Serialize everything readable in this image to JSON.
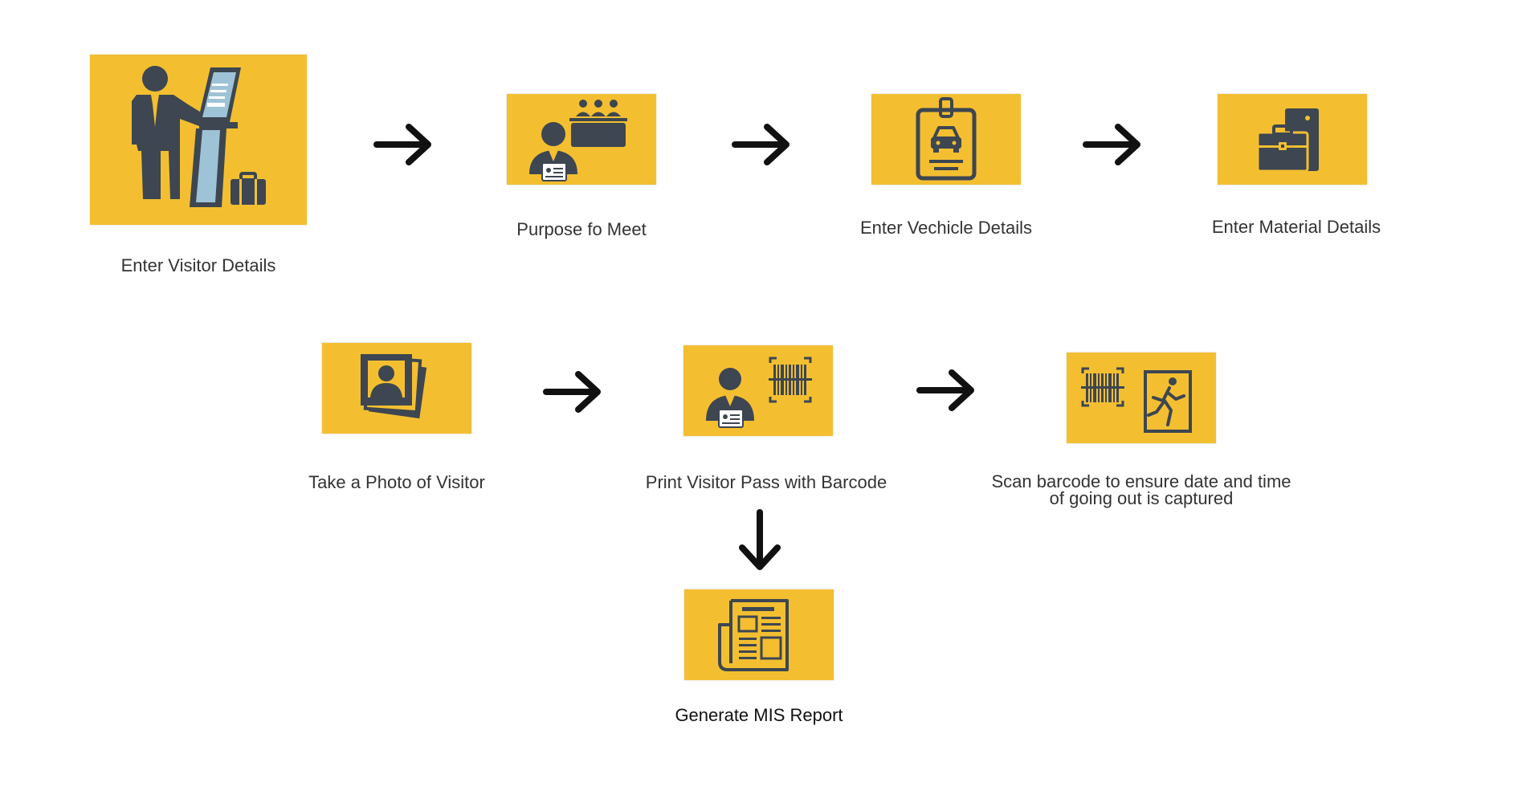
{
  "colors": {
    "box_fill": "#F3BF31",
    "icon": "#3D4651",
    "arrow": "#111111",
    "label": "#333333"
  },
  "steps": [
    {
      "label": "Enter Visitor Details",
      "icon": "visitor-kiosk-icon"
    },
    {
      "label": "Purpose fo Meet",
      "icon": "meeting-badge-icon"
    },
    {
      "label": "Enter Vechicle Details",
      "icon": "vehicle-id-card-icon"
    },
    {
      "label": "Enter Material Details",
      "icon": "briefcase-locker-icon"
    },
    {
      "label": "Take a Photo of Visitor",
      "icon": "photo-stack-icon"
    },
    {
      "label": "Print Visitor Pass with Barcode",
      "icon": "visitor-barcode-icon"
    },
    {
      "label_line1": "Scan barcode to ensure date and time",
      "label_line2": "of going out is captured",
      "icon": "barcode-exit-icon"
    },
    {
      "label": "Generate MIS Report",
      "icon": "newspaper-report-icon"
    }
  ]
}
